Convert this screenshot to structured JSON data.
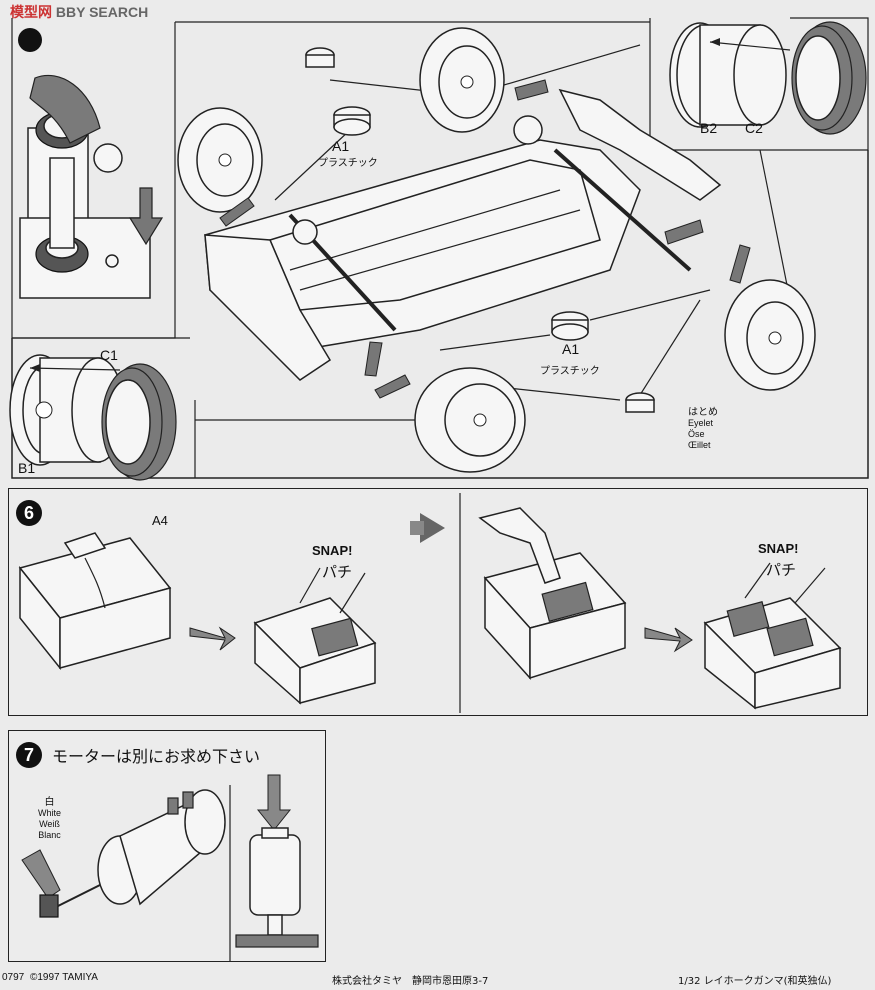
{
  "watermark": {
    "text": "BBY SEARCH",
    "site": "模型网"
  },
  "step5": {
    "labels": {
      "b2": "B2",
      "c2": "C2",
      "a1_top": "A1",
      "plastic_top": "プラスチック",
      "a1_bottom": "A1",
      "plastic_bottom": "プラスチック",
      "c1": "C1",
      "b1": "B1",
      "eyelet_jp": "はとめ",
      "eyelet_en": "Eyelet",
      "eyelet_de": "Öse",
      "eyelet_fr": "Œillet"
    }
  },
  "step6": {
    "number": "6",
    "label_a4": "A4",
    "snap1": "SNAP!",
    "snap1_jp": "パチ",
    "snap2": "SNAP!",
    "snap2_jp": "パチ"
  },
  "step7": {
    "number": "7",
    "note": "モーターは別にお求め下さい",
    "wire_jp": "白",
    "wire_en": "White",
    "wire_de": "Weiß",
    "wire_fr": "Blanc"
  },
  "footer": {
    "code": "0797",
    "copyright": "©1997 TAMIYA",
    "company": "株式会社タミヤ　静岡市恩田原3-7",
    "product": "1/32 レイホークガンマ(和英独仏)"
  }
}
